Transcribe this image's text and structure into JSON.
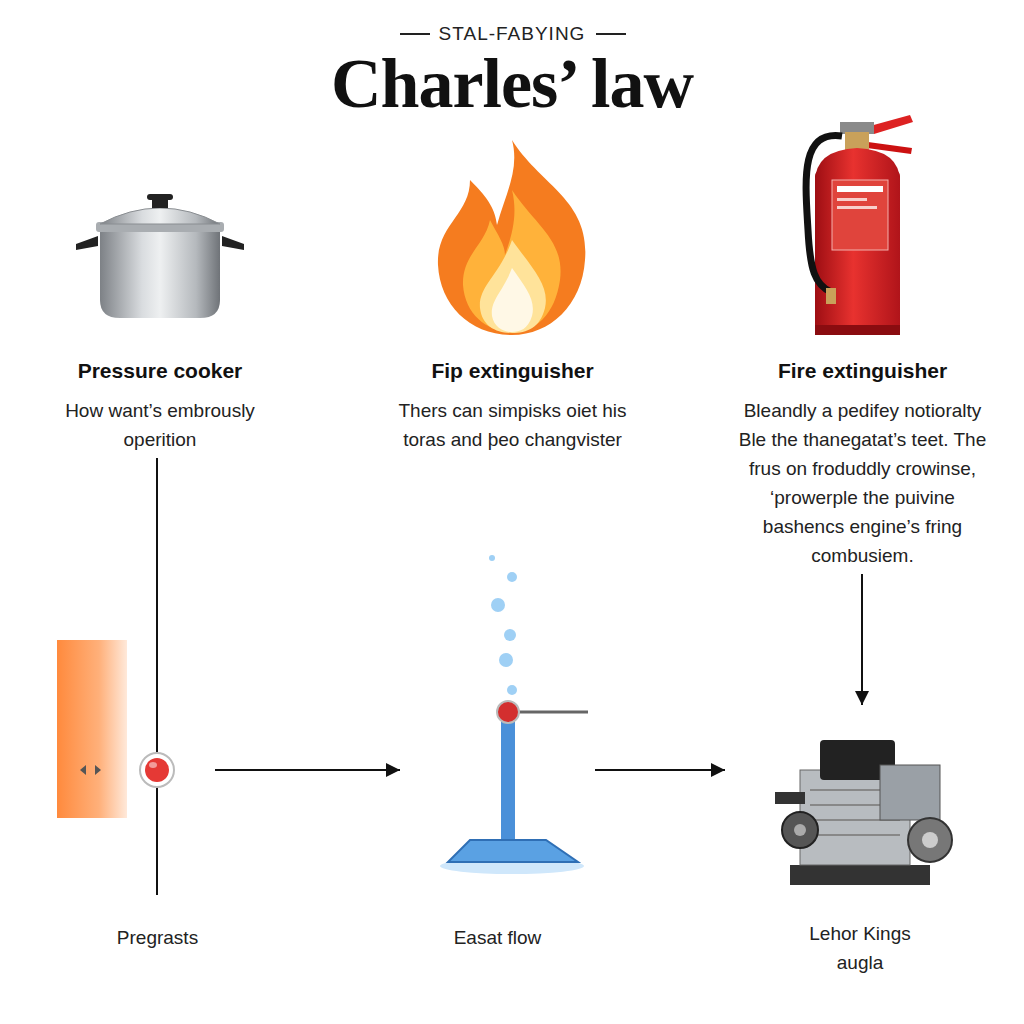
{
  "diagram": {
    "title": "Charles’ law",
    "nodes": [
      {
        "text": [
          "Pressure cooker",
          "How want’s embrously operition"
        ]
      },
      {
        "text": [
          "Fip extinguisher",
          "Thers can simpisks oiet his toras and þeo changvister"
        ]
      },
      {
        "text": [
          "Fire extinguisher",
          "Bleandly a pedifey notioralty Ble the thanegatat’s teet. The frus on froduddly crowinse, ‘prowerple the puivine bashencs engine’s fring combusiem."
        ]
      },
      {
        "text": [
          "Pregrasts"
        ]
      },
      {
        "text": [
          "Easat flow"
        ]
      },
      {
        "text": [
          "Lehor Kings augla"
        ]
      }
    ],
    "edges": [
      {
        "from": 0,
        "to": 3,
        "arrow": "none"
      },
      {
        "from": 3,
        "to": 4,
        "arrow": "to"
      },
      {
        "from": 4,
        "to": 5,
        "arrow": "to"
      },
      {
        "from": 2,
        "to": 5,
        "arrow": "to"
      }
    ],
    "labels": [
      "STAL-FABYING"
    ]
  }
}
